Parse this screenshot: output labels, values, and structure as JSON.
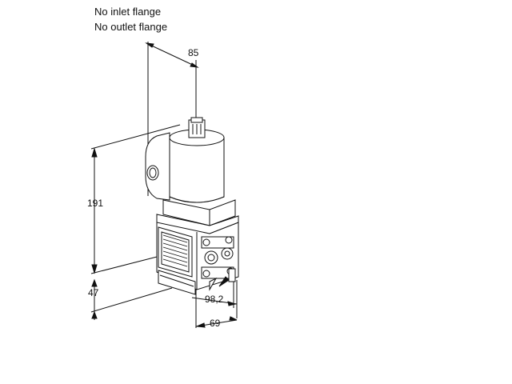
{
  "captions": {
    "line1": "No inlet flange",
    "line2": "No outlet flange"
  },
  "dimensions": {
    "top_width": "85",
    "height_upper": "191",
    "height_lower": "47",
    "depth": "98,2",
    "bottom_width": "69"
  }
}
